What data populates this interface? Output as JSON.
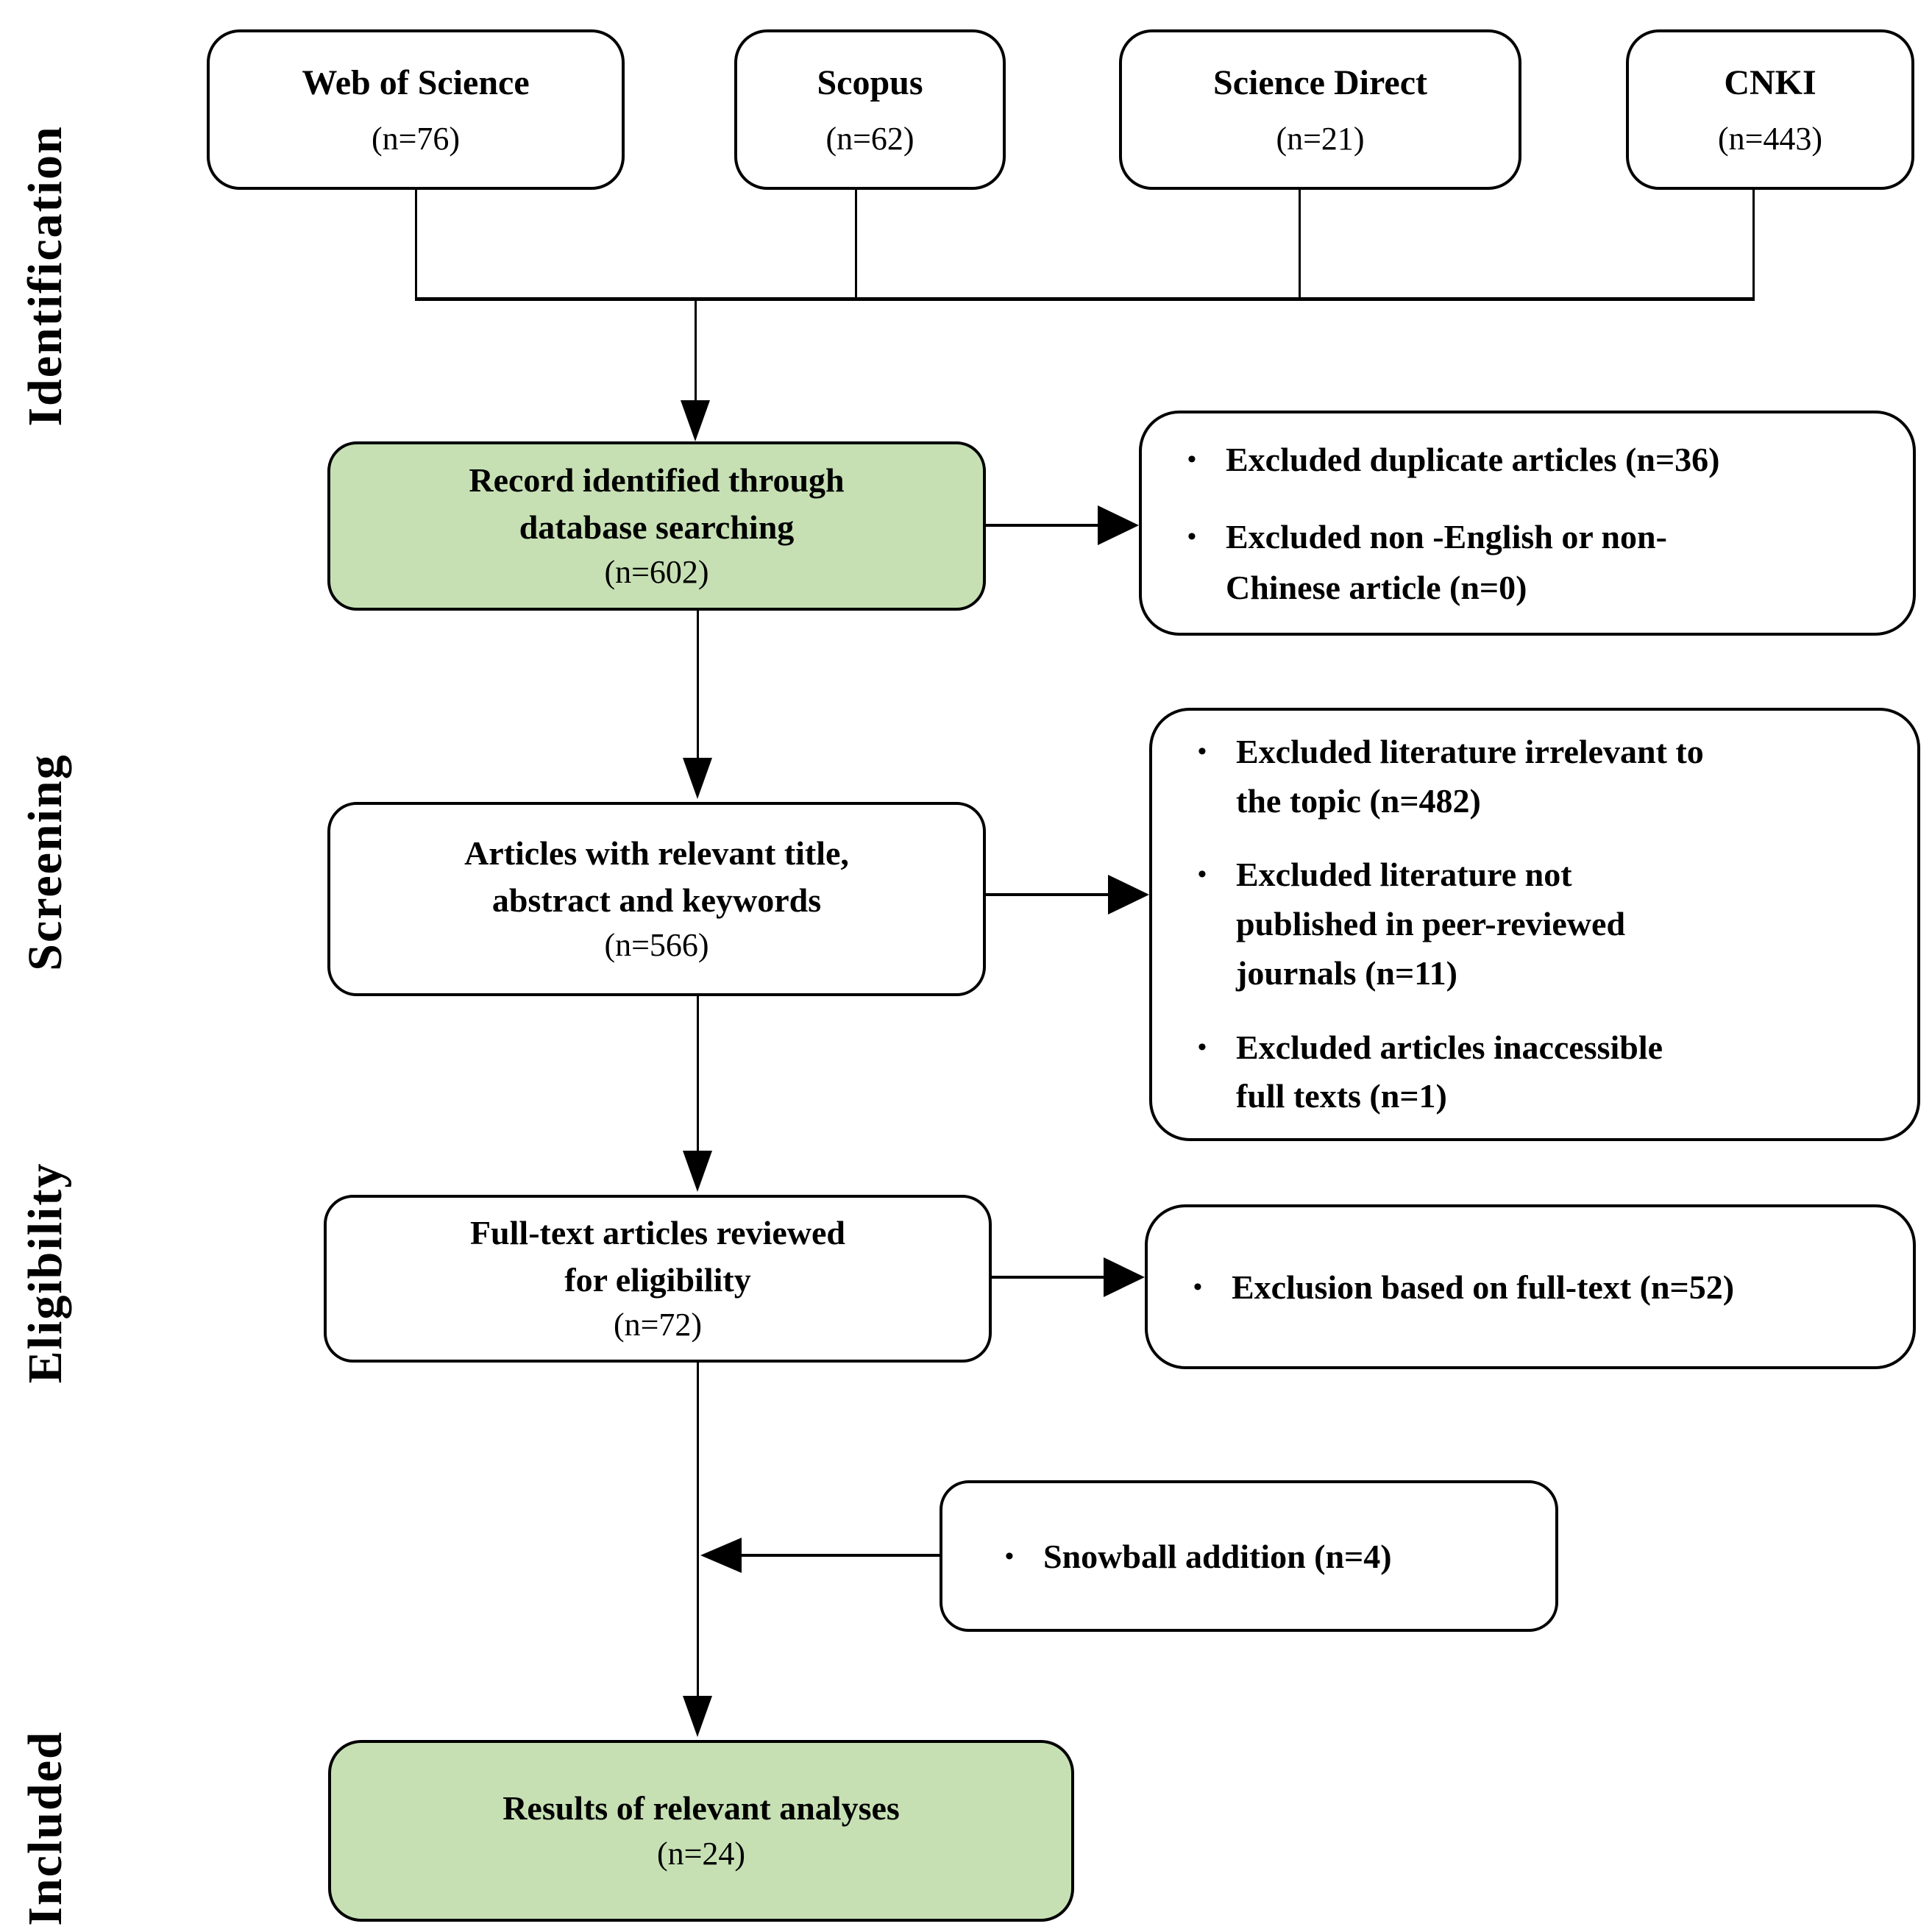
{
  "figure": {
    "type": "PRISMA flow diagram",
    "bullet": "•",
    "colors": {
      "box_fill_green": "#c6e0b4",
      "box_fill_white": "#ffffff",
      "line_color": "#000000"
    },
    "stages": [
      "Identification",
      "Screening",
      "Eligibility",
      "Included"
    ],
    "sources": [
      {
        "name": "Web of Science",
        "count": "(n=76)"
      },
      {
        "name": "Scopus",
        "count": "(n=62)"
      },
      {
        "name": "Science Direct",
        "count": "(n=21)"
      },
      {
        "name": "CNKI",
        "count": "(n=443)"
      }
    ],
    "records_identified": {
      "lines": [
        "Record identified through",
        "database searching"
      ],
      "count": "(n=602)"
    },
    "screening_box": {
      "lines": [
        "Articles with relevant title,",
        "abstract and keywords"
      ],
      "count": "(n=566)"
    },
    "eligibility_box": {
      "lines": [
        "Full-text articles reviewed",
        "for eligibility"
      ],
      "count": "(n=72)"
    },
    "included_box": {
      "lines": [
        "Results of relevant analyses"
      ],
      "count": "(n=24)"
    },
    "exclusions_identification": [
      {
        "lines": [
          "Excluded duplicate articles (n=36)"
        ]
      },
      {
        "lines": [
          "Excluded non -English or non-",
          "Chinese article (n=0)"
        ]
      }
    ],
    "exclusions_screening": [
      {
        "lines": [
          "Excluded literature irrelevant to",
          "the topic (n=482)"
        ]
      },
      {
        "lines": [
          "Excluded literature not",
          "published in peer-reviewed",
          "journals (n=11)"
        ]
      },
      {
        "lines": [
          "Excluded articles inaccessible",
          "full texts (n=1)"
        ]
      }
    ],
    "exclusions_eligibility": [
      {
        "lines": [
          "Exclusion based on full-text (n=52)"
        ]
      }
    ],
    "snowball": {
      "lines": [
        "Snowball addition (n=4)"
      ]
    }
  }
}
